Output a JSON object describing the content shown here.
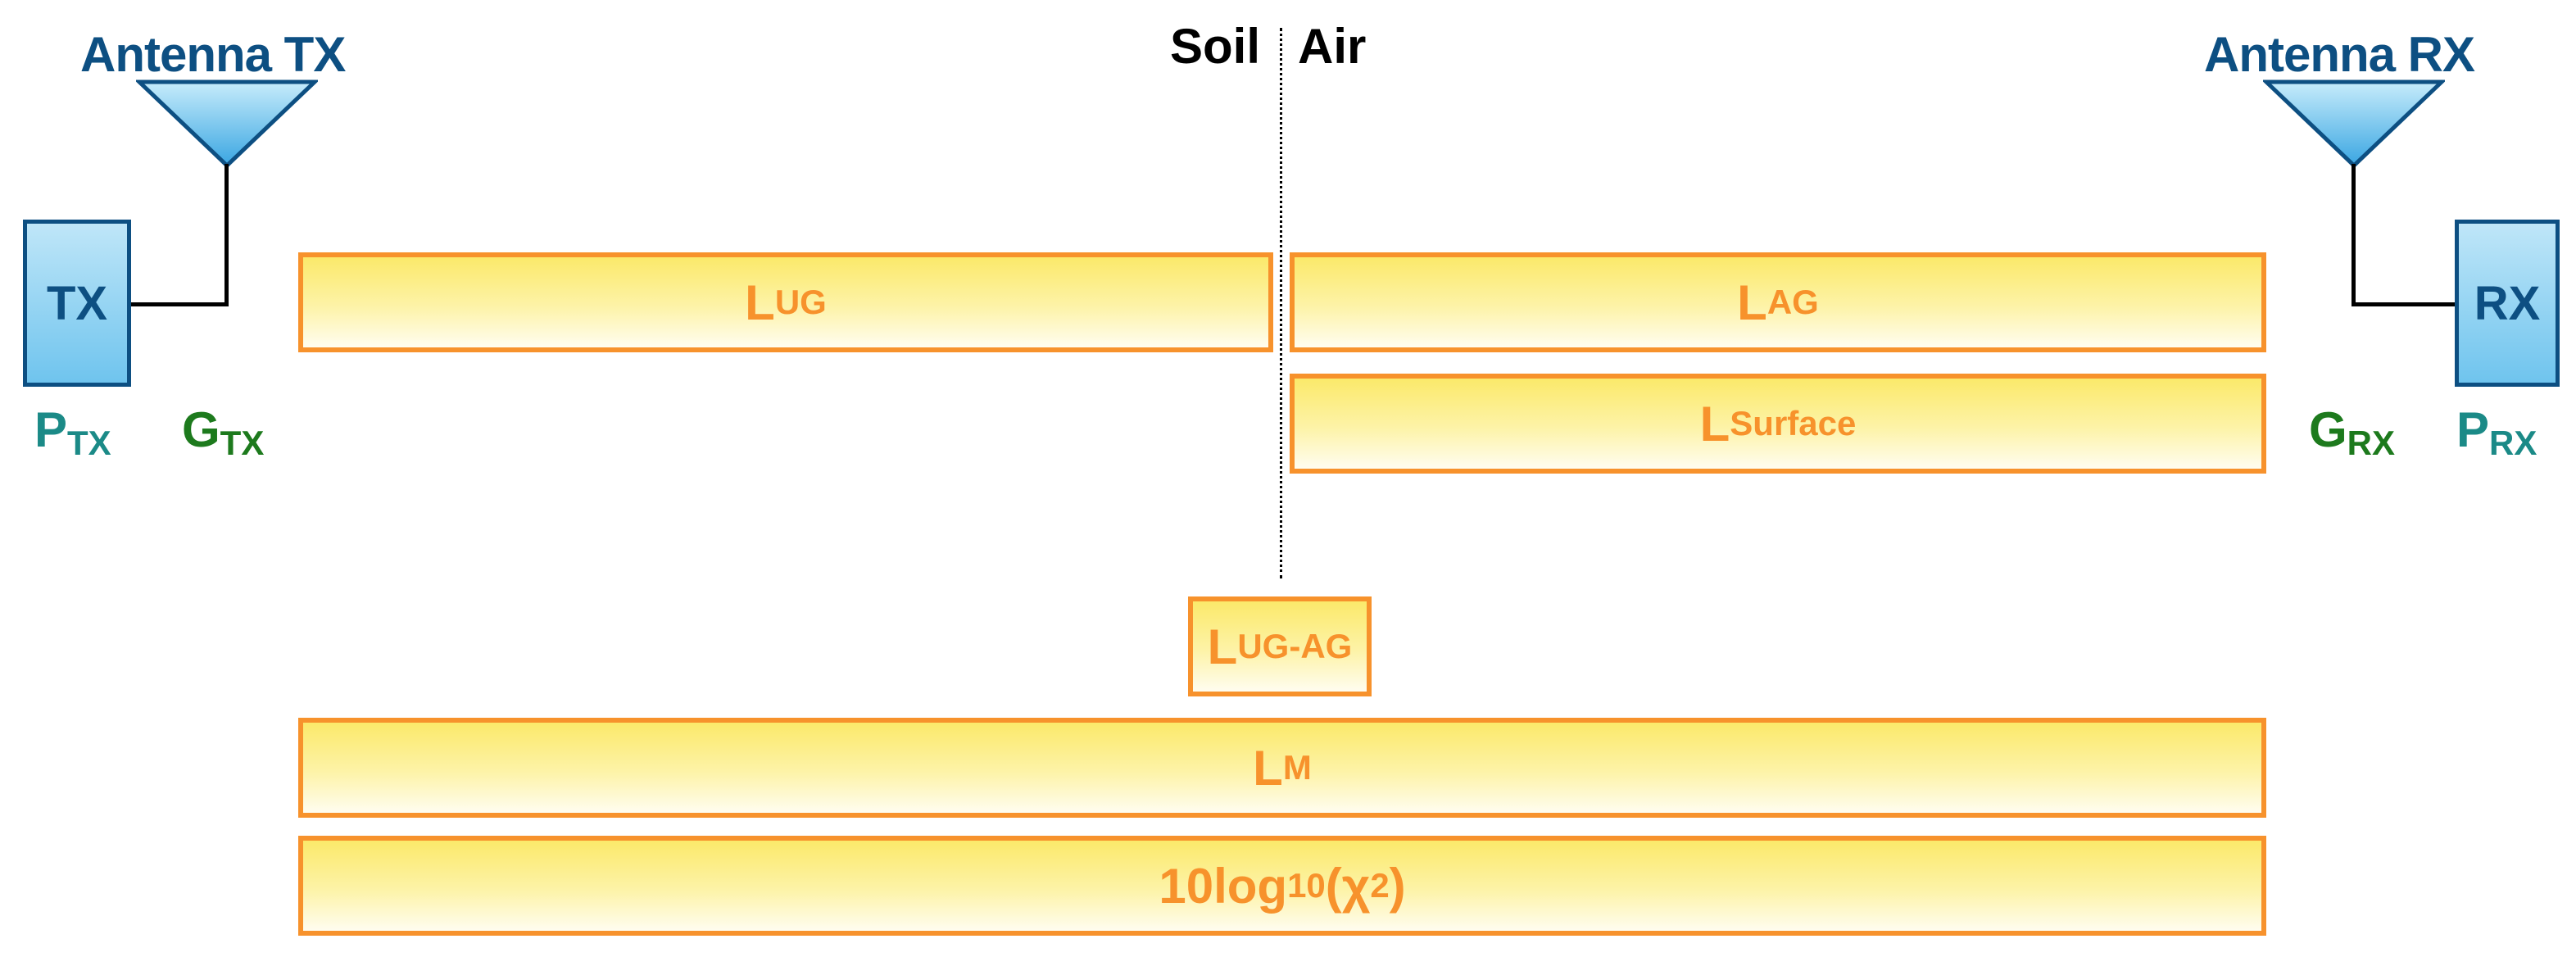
{
  "antennas": {
    "tx_label": "Antenna TX",
    "rx_label": "Antenna RX"
  },
  "media": {
    "soil": "Soil",
    "air": "Air"
  },
  "devices": {
    "tx": "TX",
    "rx": "RX"
  },
  "params": {
    "p_tx": {
      "main": "P",
      "sub": "TX"
    },
    "g_tx": {
      "main": "G",
      "sub": "TX"
    },
    "g_rx": {
      "main": "G",
      "sub": "RX"
    },
    "p_rx": {
      "main": "P",
      "sub": "RX"
    }
  },
  "losses": {
    "l_ug": {
      "main": "L",
      "sub": "UG"
    },
    "l_ag": {
      "main": "L",
      "sub": "AG"
    },
    "l_surface": {
      "main": "L",
      "sub": "Surface"
    },
    "l_ug_ag": {
      "main": "L",
      "sub": "UG-AG"
    },
    "l_m": {
      "main": "L",
      "sub": "M"
    },
    "chi": {
      "prefix": "10log",
      "sub": "10",
      "open": "(χ",
      "sup": "2",
      "close": ")"
    }
  },
  "colors": {
    "device_border": "#0d4f82",
    "loss_border": "#f7922c",
    "power_text": "#1b8a87",
    "gain_text": "#1d7a1d"
  }
}
